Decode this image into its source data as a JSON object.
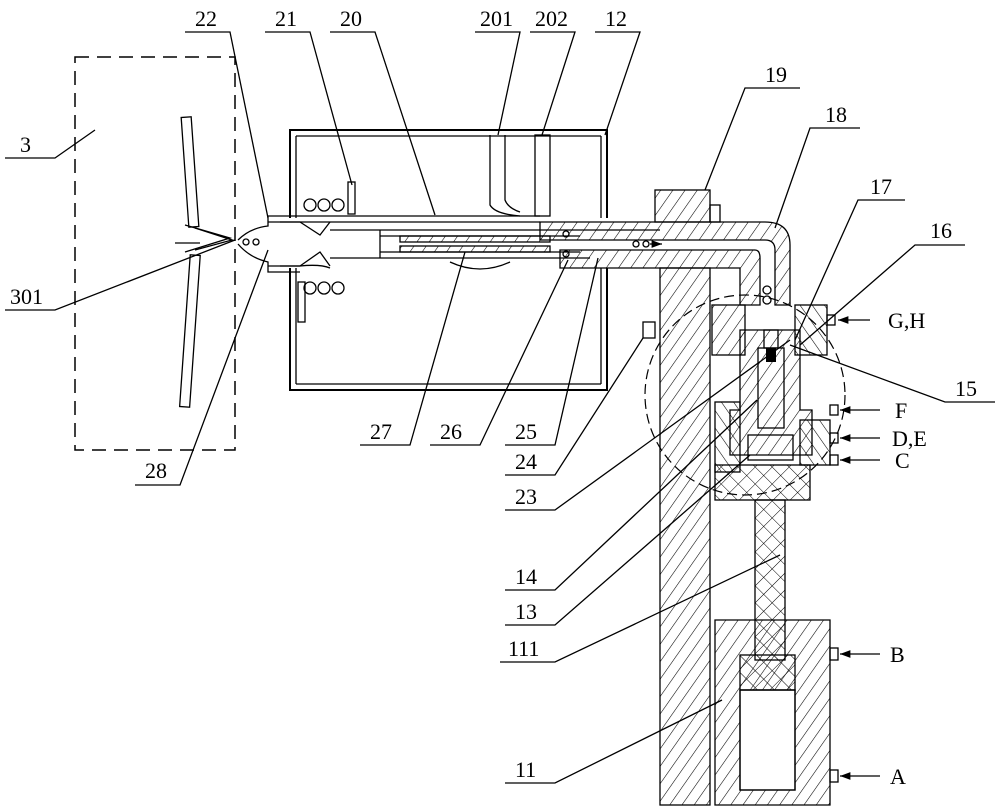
{
  "figure": {
    "part_labels": {
      "l3": "3",
      "l301": "301",
      "l22": "22",
      "l21": "21",
      "l20": "20",
      "l201": "201",
      "l202": "202",
      "l12": "12",
      "l19": "19",
      "l18": "18",
      "l17": "17",
      "l16": "16",
      "l15": "15",
      "l28": "28",
      "l27": "27",
      "l26": "26",
      "l25": "25",
      "l24": "24",
      "l23": "23",
      "l14": "14",
      "l13": "13",
      "l111": "111",
      "l11": "11"
    },
    "port_labels": {
      "gh": "G,H",
      "f": "F",
      "de": "D,E",
      "c": "C",
      "b": "B",
      "a": "A"
    }
  }
}
